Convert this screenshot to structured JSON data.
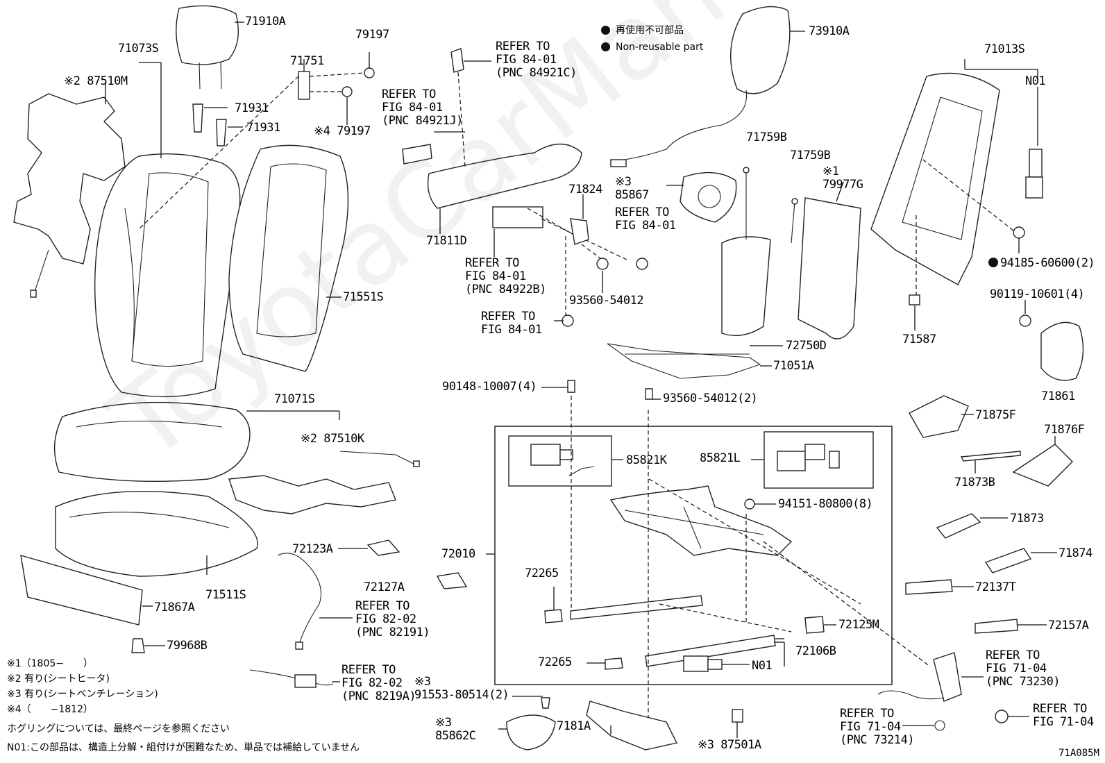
{
  "legend": {
    "jp": "再使用不可部品",
    "en": "Non-reusable part",
    "dot_color": "#111111"
  },
  "watermark": "ToyotaCarManual",
  "diagram_code": "71A085M",
  "notes": [
    "※1（1805−　　）",
    "※2 有り(シートヒータ)",
    "※3 有り(シートベンチレーション)",
    "※4（　　−1812）",
    "ホグリングについては、最終ページを参照ください",
    "N01:この部品は、構造上分解・組付けが困難なため、単品では補給していません"
  ],
  "labels": {
    "l71910A": "71910A",
    "l71073S": "71073S",
    "l87510M": "※2 87510M",
    "l71751": "71751",
    "l79197a": "79197",
    "l71931a": "71931",
    "l71931b": "71931",
    "l79197b": "※4 79197",
    "l71551S": "71551S",
    "l71071S": "71071S",
    "l87510K": "※2 87510K",
    "l71511S": "71511S",
    "l71867A": "71867A",
    "l79968B": "79968B",
    "l72123A": "72123A",
    "l72127A": "72127A",
    "ref82191": "REFER TO\nFIG 82-02\n(PNC 82191)",
    "ref8219A": "REFER TO\nFIG 82-02\n(PNC 8219A)",
    "l91553": "※3\n91553-80514(2)",
    "l85862C": "※3\n85862C",
    "ref84921C": "REFER TO\nFIG 84-01\n(PNC 84921C)",
    "ref84921J": "REFER TO\nFIG 84-01\n(PNC 84921J)",
    "l71811D": "71811D",
    "ref84922B": "REFER TO\nFIG 84-01\n(PNC 84922B)",
    "ref8401a": "REFER TO\nFIG 84-01",
    "l71824": "71824",
    "l85867": "※3\n85867",
    "ref8401b": "REFER TO\nFIG 84-01",
    "l93560a": "93560-54012",
    "l90148": "90148-10007(4)",
    "l93560b": "93560-54012(2)",
    "l73910A": "73910A",
    "l71759Ba": "71759B",
    "l71759Bb": "71759B",
    "l79977G": "※1\n79977G",
    "l72750D": "72750D",
    "l71051A": "71051A",
    "l71013S": "71013S",
    "lN01a": "N01",
    "l94185": "94185-60600(2)",
    "l90119": "90119-10601(4)",
    "l71587": "71587",
    "l71861": "71861",
    "l71875F": "71875F",
    "l71876F": "71876F",
    "l71873B": "71873B",
    "l71873": "71873",
    "l71874": "71874",
    "l72137T": "72137T",
    "l72157A": "72157A",
    "ref73230": "REFER TO\nFIG 71-04\n(PNC 73230)",
    "ref73214": "REFER TO\nFIG 71-04\n(PNC 73214)",
    "ref7104": "REFER TO\nFIG 71-04",
    "l85821K": "85821K",
    "l85821L": "85821L",
    "l94151": "94151-80800(8)",
    "l72010": "72010",
    "l72265a": "72265",
    "l72265b": "72265",
    "l72125M": "72125M",
    "l72106B": "72106B",
    "lN01b": "N01",
    "l7181A": "7181A",
    "l87501A": "※3 87501A"
  }
}
